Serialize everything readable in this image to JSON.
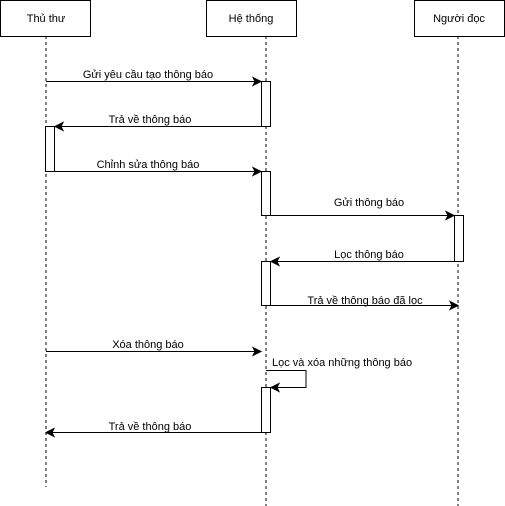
{
  "participants": {
    "librarian": "Thủ thư",
    "system": "Hệ thống",
    "reader": "Người đọc"
  },
  "messages": [
    "Gửi yêu cầu tạo thông báo",
    "Trả về thông báo",
    "Chỉnh sửa thông báo",
    "Gửi thông báo",
    "Lọc thông báo",
    "Trả về thông báo đã lọc",
    "Xóa thông báo",
    "Lọc và xóa những thông báo",
    "Trả về thông báo"
  ]
}
